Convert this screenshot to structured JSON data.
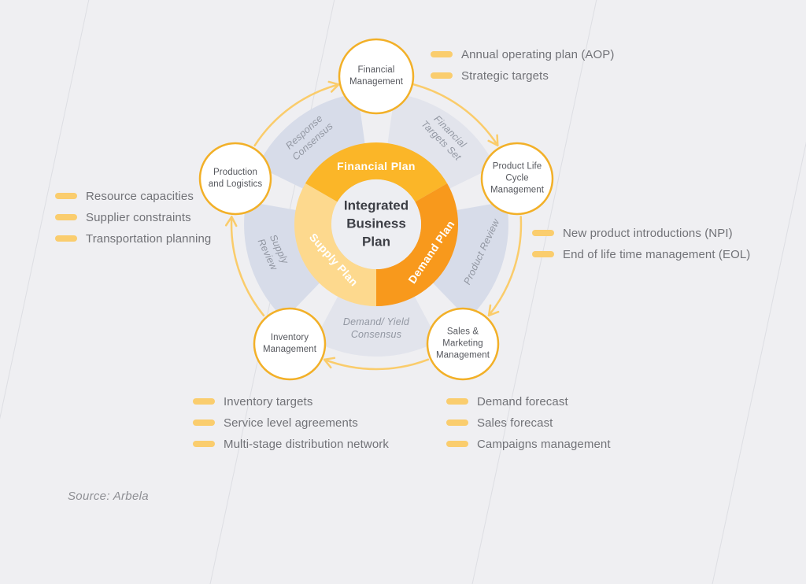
{
  "title": "Integrated Business Plan cycle diagram",
  "center": {
    "label": "Integrated\nBusiness\nPlan"
  },
  "segments": {
    "financial": "Financial Plan",
    "demand": "Demand Plan",
    "supply": "Supply Plan"
  },
  "wedges": {
    "response": "Response\nConsensus",
    "financial_targets": "Financial\nTargets Set",
    "product_review": "Product Review",
    "demand_yield": "Demand/ Yield\nConsensus",
    "supply_review": "Supply\nReview"
  },
  "nodes": {
    "financial": "Financial\nManagement",
    "product_life_cycle": "Product Life\nCycle\nManagement",
    "sales_marketing": "Sales &\nMarketing\nManagement",
    "inventory": "Inventory\nManagement",
    "production_logistics": "Production\nand Logistics"
  },
  "annotations": {
    "financial": [
      "Annual operating plan (AOP)",
      "Strategic targets"
    ],
    "product_life_cycle": [
      "New product introductions (NPI)",
      "End of life time management (EOL)"
    ],
    "sales_marketing": [
      "Demand forecast",
      "Sales forecast",
      "Campaigns management"
    ],
    "inventory": [
      "Inventory targets",
      "Service level agreements",
      "Multi-stage distribution network"
    ],
    "production_logistics": [
      "Resource capacities",
      "Supplier constraints",
      "Transportation planning"
    ]
  },
  "source": "Source: Arbela",
  "colors": {
    "financial_plan": "#FBB628",
    "demand_plan": "#F8991C",
    "supply_plan": "#FDD98E",
    "center_fill": "#EDEEF2",
    "node_border": "#F2B028",
    "arrow": "#FACC6B",
    "dash": "#FACD6E",
    "wedge_dark": "#D7DCE9",
    "wedge_light": "#E2E4EC"
  }
}
